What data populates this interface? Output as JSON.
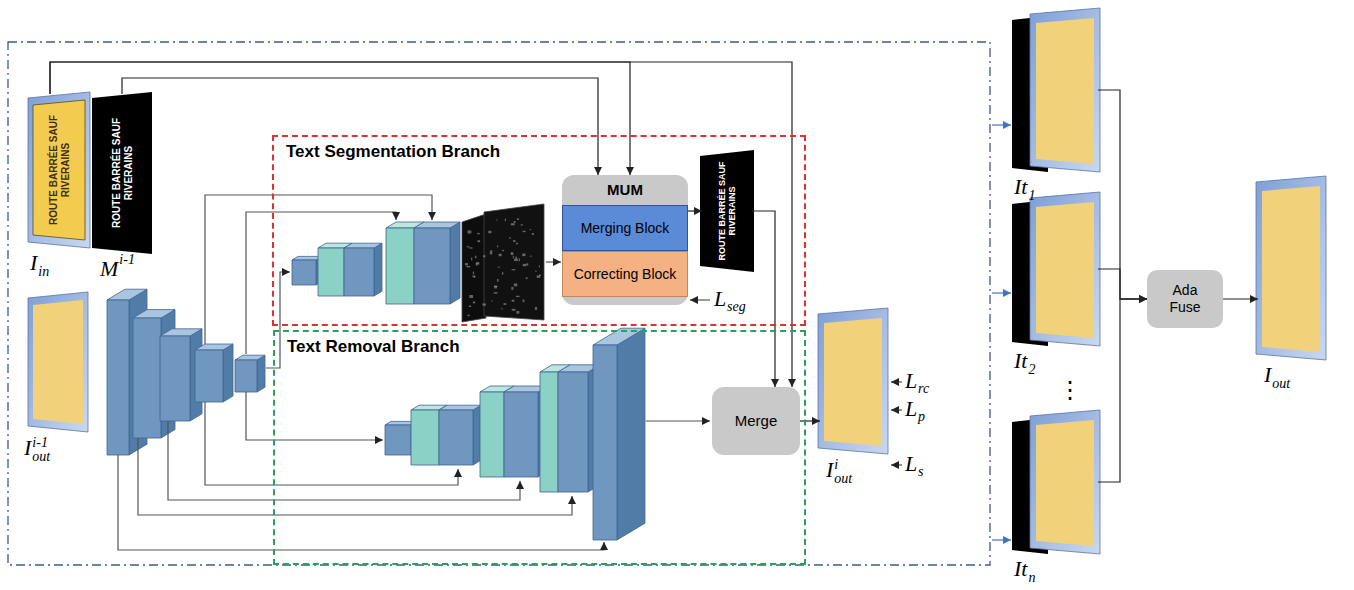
{
  "diagram": {
    "nodes": [
      {
        "text": [
          "ROUTE BARRÉE SAUF RIVERAINS",
          "I",
          "in"
        ]
      },
      {
        "text": [
          "ROUTE BARRÉE SAUF RIVERAINS",
          "M",
          "i-1"
        ]
      },
      {
        "text": [
          "I",
          "out",
          "i-1"
        ]
      },
      {
        "text": [
          "Text Segmentation Branch"
        ]
      },
      {
        "text": [
          "MUM"
        ],
        "in": 3
      },
      {
        "text": [
          "Merging Block"
        ],
        "in": 4
      },
      {
        "text": [
          "Correcting Block"
        ],
        "in": 4
      },
      {
        "text": [
          "ROUTE BARRÉE SAUF RIVERAINS"
        ],
        "in": 3
      },
      {
        "text": [
          "Text Removal Branch"
        ]
      },
      {
        "text": [
          "Merge"
        ],
        "in": 8
      },
      {
        "text": [
          "I",
          "out",
          "i"
        ]
      },
      {
        "text": [
          "It",
          "1"
        ]
      },
      {
        "text": [
          "It",
          "2"
        ]
      },
      {
        "text": [
          "It",
          "n"
        ]
      },
      {
        "text": [
          "Ada Fuse"
        ]
      },
      {
        "text": [
          "I",
          "out"
        ]
      }
    ],
    "edges": [
      {
        "from": 0,
        "to": 4,
        "arrow": "to"
      },
      {
        "from": 1,
        "to": 4,
        "arrow": "to"
      },
      {
        "from": 4,
        "to": 7,
        "arrow": "to"
      },
      {
        "from": 7,
        "to": 9,
        "arrow": "to"
      },
      {
        "from": 0,
        "to": 9,
        "arrow": "to"
      },
      {
        "from": 9,
        "to": 10,
        "arrow": "to"
      },
      {
        "from": 11,
        "to": 14,
        "arrow": "to"
      },
      {
        "from": 12,
        "to": 14,
        "arrow": "to"
      },
      {
        "from": 13,
        "to": 14,
        "arrow": "to"
      },
      {
        "from": 14,
        "to": 15,
        "arrow": "to"
      }
    ],
    "labels": [
      "L",
      "seg",
      "L",
      "rc",
      "L",
      "p",
      "L",
      "s",
      "⋮"
    ]
  }
}
